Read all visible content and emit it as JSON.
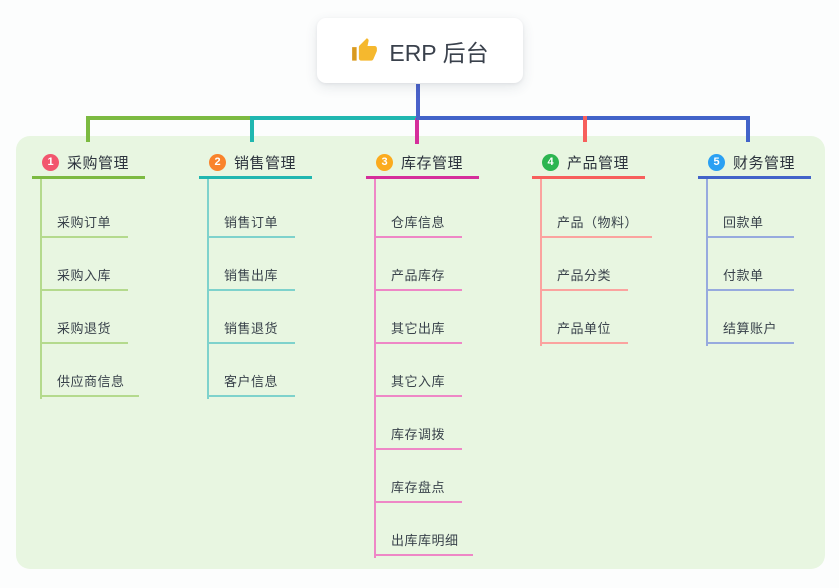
{
  "root": {
    "label": "ERP 后台",
    "icon": "thumbs-up-icon"
  },
  "branches": [
    {
      "index": "1",
      "title": "采购管理",
      "badge_color": "#f2566e",
      "line_color": "#7cba41",
      "child_line_color": "#b4da8d",
      "children": [
        "采购订单",
        "采购入库",
        "采购退货",
        "供应商信息"
      ]
    },
    {
      "index": "2",
      "title": "销售管理",
      "badge_color": "#f9832b",
      "line_color": "#20b7b0",
      "child_line_color": "#7ed2cc",
      "children": [
        "销售订单",
        "销售出库",
        "销售退货",
        "客户信息"
      ]
    },
    {
      "index": "3",
      "title": "库存管理",
      "badge_color": "#fbab1e",
      "line_color": "#d52e9b",
      "child_line_color": "#ee87c6",
      "children": [
        "仓库信息",
        "产品库存",
        "其它出库",
        "其它入库",
        "库存调拨",
        "库存盘点",
        "出库库明细"
      ]
    },
    {
      "index": "4",
      "title": "产品管理",
      "badge_color": "#2cb550",
      "line_color": "#f75f5c",
      "child_line_color": "#fba39f",
      "children": [
        "产品（物料）",
        "产品分类",
        "产品单位"
      ]
    },
    {
      "index": "5",
      "title": "财务管理",
      "badge_color": "#2aa0f3",
      "line_color": "#4263c9",
      "child_line_color": "#97aade",
      "children": [
        "回款单",
        "付款单",
        "结算账户"
      ]
    }
  ],
  "colors": {
    "page": "#fcfdfd",
    "canvas": "#e8f6e1",
    "root_connector": "#4a62ca"
  }
}
